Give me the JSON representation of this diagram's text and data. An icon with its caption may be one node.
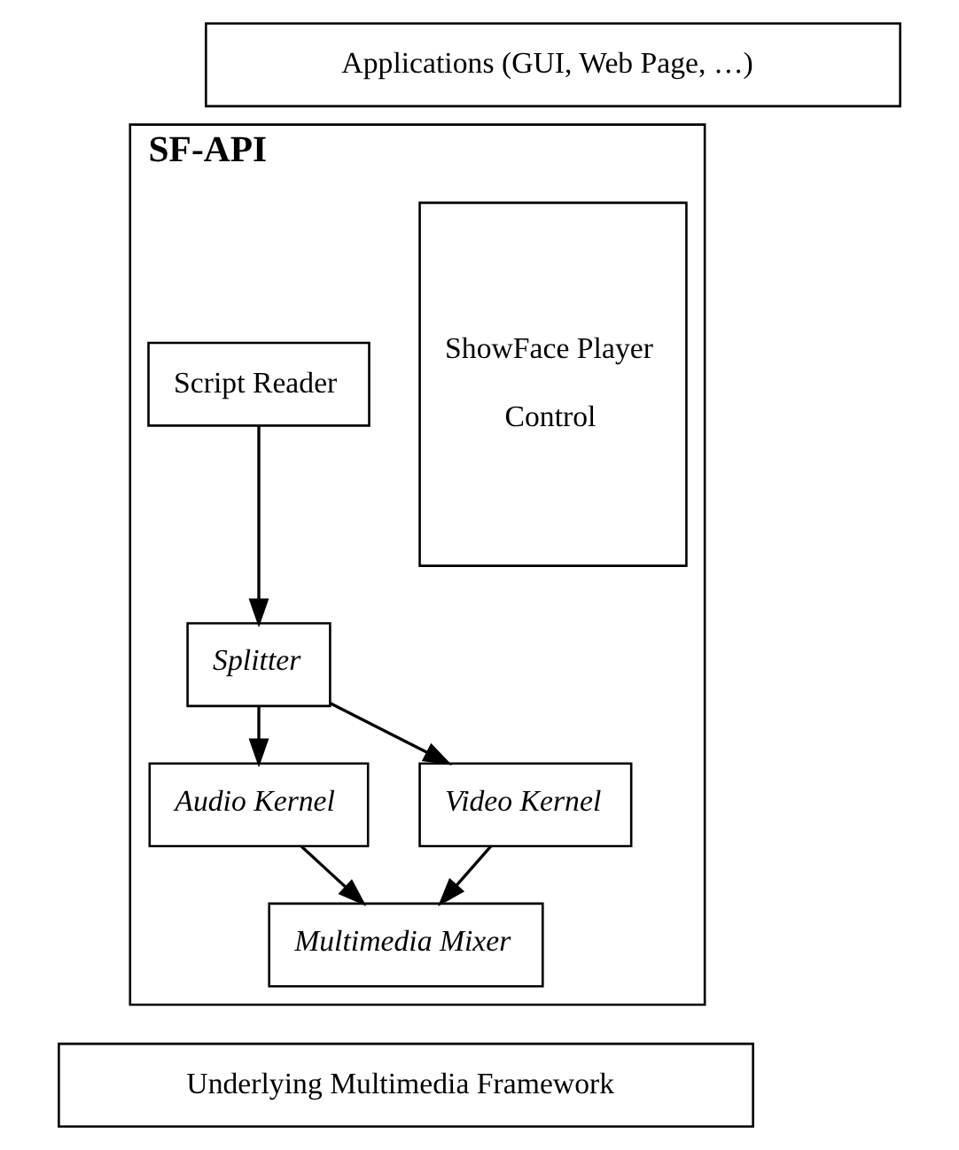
{
  "diagram": {
    "nodes": [
      {
        "text": [
          "Applications (GUI, Web Page, …)"
        ]
      },
      {
        "text": [
          "SF-API"
        ]
      },
      {
        "text": [
          "ShowFace Player",
          "Control"
        ],
        "in": 1
      },
      {
        "text": [
          "Script Reader"
        ],
        "in": 1
      },
      {
        "text": [
          "Splitter"
        ],
        "in": 1
      },
      {
        "text": [
          "Audio Kernel"
        ],
        "in": 1
      },
      {
        "text": [
          "Video Kernel"
        ],
        "in": 1
      },
      {
        "text": [
          "Multimedia Mixer"
        ],
        "in": 1
      },
      {
        "text": [
          "Underlying Multimedia Framework"
        ]
      }
    ],
    "edges": [
      {
        "from": 3,
        "to": 4,
        "arrow": "to"
      },
      {
        "from": 4,
        "to": 5,
        "arrow": "to"
      },
      {
        "from": 4,
        "to": 6,
        "arrow": "to"
      },
      {
        "from": 5,
        "to": 7,
        "arrow": "to"
      },
      {
        "from": 6,
        "to": 7,
        "arrow": "to"
      }
    ]
  }
}
